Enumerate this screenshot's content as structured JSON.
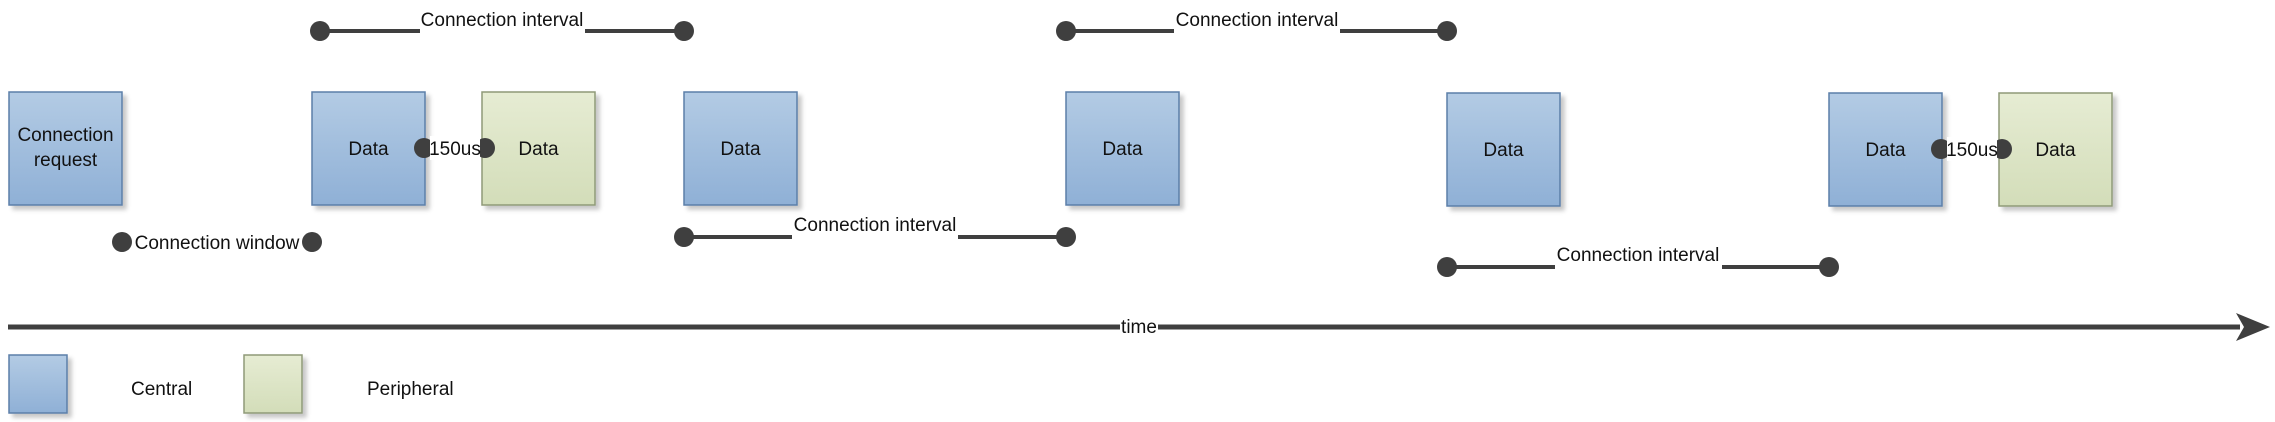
{
  "colors": {
    "central_fill_top": "#b3cbe4",
    "central_fill_bottom": "#8fb0d6",
    "central_stroke": "#5b7fa8",
    "peripheral_fill_top": "#e6ecd3",
    "peripheral_fill_bottom": "#d3ddb9",
    "peripheral_stroke": "#8f9a78",
    "connector": "#3f3f3f"
  },
  "boxes": {
    "connection_request": {
      "line1": "Connection",
      "line2": "request"
    },
    "data_label": "Data"
  },
  "intervals": {
    "connection_interval": "Connection interval",
    "connection_window": "Connection window",
    "ifs": "150us"
  },
  "axis": {
    "label": "time"
  },
  "legend": {
    "central": "Central",
    "peripheral": "Peripheral"
  }
}
